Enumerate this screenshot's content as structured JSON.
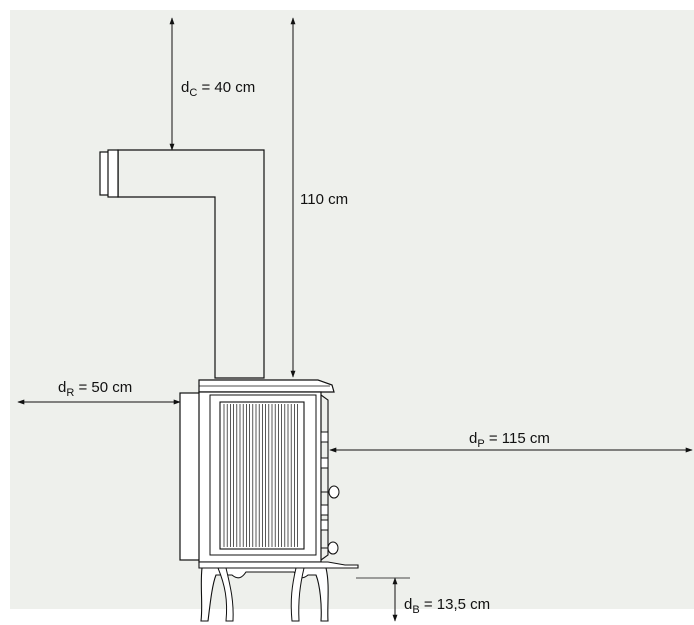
{
  "colors": {
    "background_panel": "#eef0ec",
    "stove_fill": "#ffffff",
    "stroke": "#111111"
  },
  "labels": {
    "dc": {
      "main": "d",
      "sub": "C",
      "rest": " = 40 cm"
    },
    "h110": {
      "text": "110 cm"
    },
    "dr": {
      "main": "d",
      "sub": "R",
      "rest": " = 50 cm"
    },
    "dp": {
      "main": "d",
      "sub": "P",
      "rest": " = 115 cm"
    },
    "db": {
      "main": "d",
      "sub": "B",
      "rest": " = 13,5 cm"
    }
  }
}
